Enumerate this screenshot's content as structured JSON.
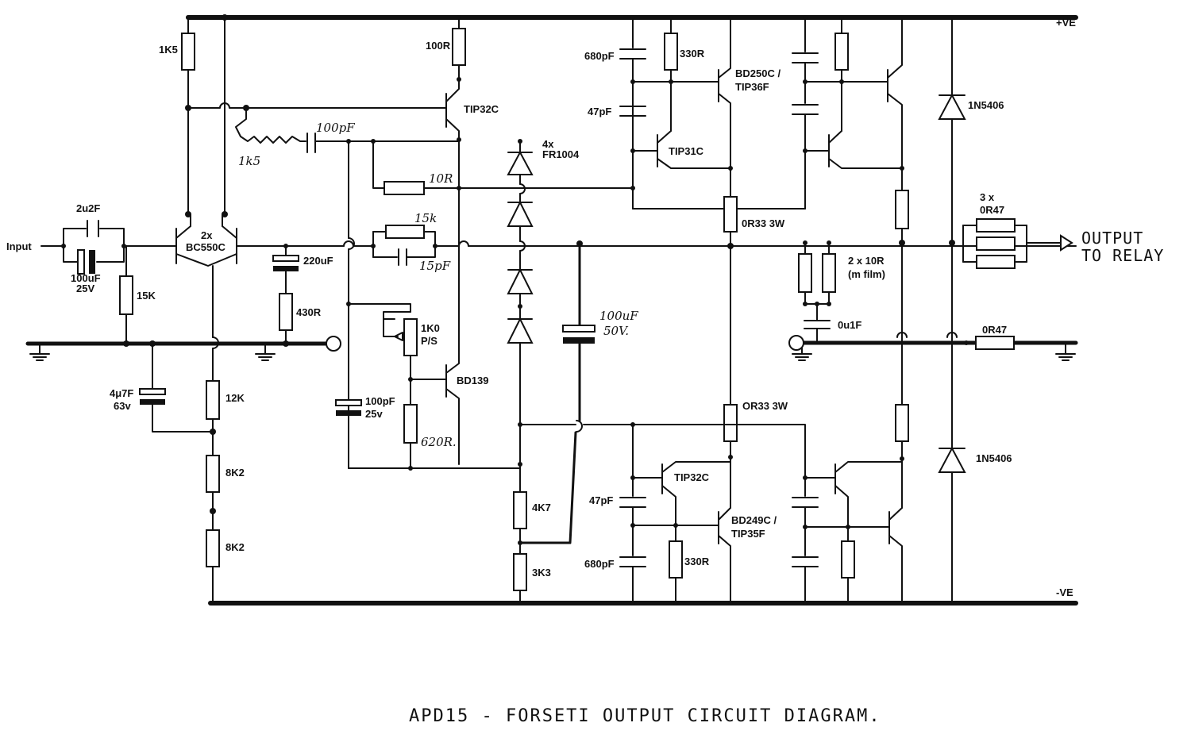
{
  "rails": {
    "pos": "+VE",
    "neg": "-VE"
  },
  "io": {
    "input": "Input",
    "output_line1": "OUTPUT",
    "output_line2": "TO RELAY"
  },
  "labels": {
    "r_1k5": "1K5",
    "r_100r": "100R",
    "q_tip32c_top": "TIP32C",
    "r_1k5_hand": "1k5",
    "c_100pf_hand": "100pF",
    "d_4x": "4x",
    "d_fr": "FR1004",
    "r_10r_hand": "10R",
    "r_15k_hand": "15k",
    "c_15pf_hand": "15pF",
    "c_2u2f": "2u2F",
    "c_100uf_25v_a": "100uF",
    "c_100uf_25v_b": "25V",
    "q_pair_a": "2x",
    "q_pair_b": "BC550C",
    "r_15k": "15K",
    "c_220uf": "220uF",
    "r_430r": "430R",
    "c_4u7f_a": "4μ7F",
    "c_4u7f_b": "63v",
    "r_12k": "12K",
    "r_8k2a": "8K2",
    "r_8k2b": "8K2",
    "pot_a": "1K0",
    "pot_b": "P/S",
    "q_bd139": "BD139",
    "c_100pf_a": "100pF",
    "c_100pf_b": "25v",
    "r_620r_hand": "620R.",
    "c_100uf_50v_a": "100uF",
    "c_100uf_50v_b": "50V.",
    "r_4k7": "4K7",
    "r_3k3": "3K3",
    "c_680pf_top": "680pF",
    "r_330r_top": "330R",
    "q_bd250_a": "BD250C /",
    "q_bd250_b": "TIP36F",
    "c_47pf_top": "47pF",
    "q_tip31c": "TIP31C",
    "r_0r33_top": "0R33 3W",
    "r_2x10r_a": "2 x 10R",
    "r_2x10r_b": "(m film)",
    "c_0u1f": "0u1F",
    "r_3x_a": "3 x",
    "r_3x_b": "0R47",
    "r_0r47": "0R47",
    "d_1n5406_top": "1N5406",
    "d_1n5406_bot": "1N5406",
    "r_0r33_bot": "OR33  3W",
    "q_tip32c_bot": "TIP32C",
    "c_47pf_bot": "47pF",
    "q_bd249_a": "BD249C /",
    "q_bd249_b": "TIP35F",
    "c_680pf_bot": "680pF",
    "r_330r_bot": "330R"
  },
  "title": "APD15 - FORSETI OUTPUT CIRCUIT DIAGRAM."
}
